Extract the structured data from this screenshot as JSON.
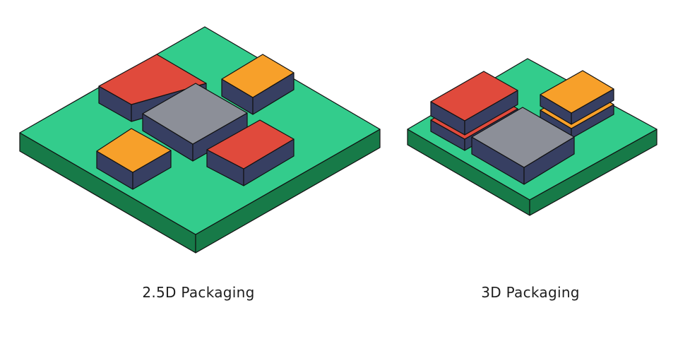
{
  "colors": {
    "substrate_top": "#33cc8c",
    "substrate_side": "#177a48",
    "die_red": "#e04a3c",
    "die_orange": "#f7a02a",
    "die_gray": "#8c8f98",
    "die_side": "#373f62",
    "outline": "#111111"
  },
  "diagrams": [
    {
      "caption": "2.5D Packaging",
      "dies": [
        {
          "name": "red-die",
          "color": "die_red",
          "stacked": false
        },
        {
          "name": "orange-die",
          "color": "die_orange",
          "stacked": false
        },
        {
          "name": "gray-die",
          "color": "die_gray",
          "stacked": false
        },
        {
          "name": "orange-die",
          "color": "die_orange",
          "stacked": false
        },
        {
          "name": "red-die",
          "color": "die_red",
          "stacked": false
        }
      ]
    },
    {
      "caption": "3D Packaging",
      "dies": [
        {
          "name": "red-die-stack",
          "color": "die_red",
          "stacked": true
        },
        {
          "name": "orange-die-stack",
          "color": "die_orange",
          "stacked": true
        },
        {
          "name": "gray-die",
          "color": "die_gray",
          "stacked": false
        }
      ]
    }
  ]
}
